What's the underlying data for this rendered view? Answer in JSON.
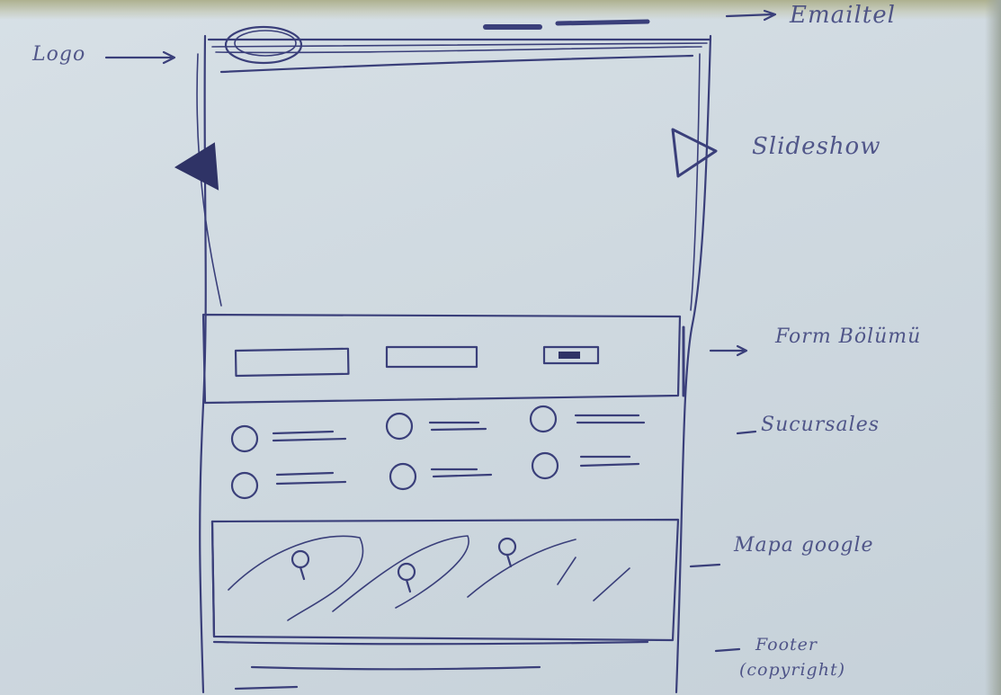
{
  "sketch": {
    "annotations": {
      "logo": "Logo",
      "header": "Emailtel",
      "slideshow": "Slideshow",
      "form": "Form Bölümü",
      "features": "Sucursales",
      "maps": "Mapa google",
      "footer_line1": "Footer",
      "footer_line2": "(copyright)"
    }
  }
}
